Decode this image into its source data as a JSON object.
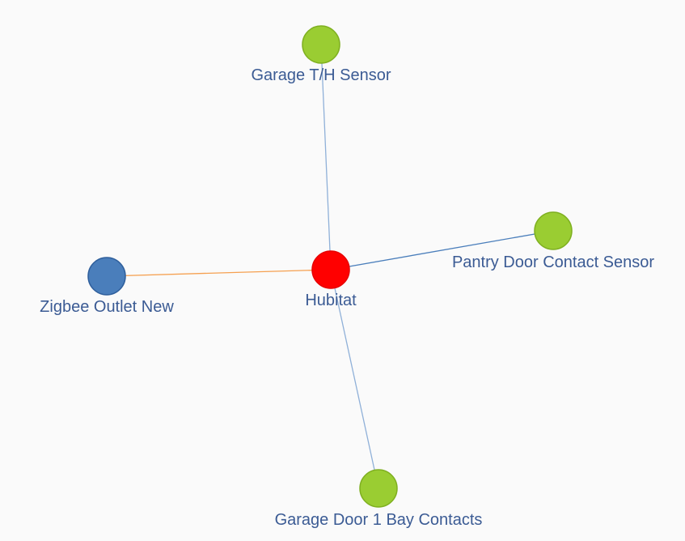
{
  "nodes": {
    "hub": {
      "label": "Hubitat",
      "color": "#ff0000",
      "border": "#e60000"
    },
    "garage_th": {
      "label": "Garage T/H Sensor",
      "color": "#9acd32",
      "border": "#7fb020"
    },
    "pantry": {
      "label": "Pantry Door Contact Sensor",
      "color": "#9acd32",
      "border": "#7fb020"
    },
    "zigbee": {
      "label": "Zigbee Outlet New",
      "color": "#4a7ebb",
      "border": "#2f5f9c"
    },
    "garage_door": {
      "label": "Garage Door 1 Bay Contacts",
      "color": "#9acd32",
      "border": "#7fb020"
    }
  },
  "edges": {
    "hub_garage_th": {
      "color": "#8fb0d8"
    },
    "hub_pantry": {
      "color": "#4a7ebb"
    },
    "hub_zigbee": {
      "color": "#f5a050"
    },
    "hub_garage_door": {
      "color": "#8fb0d8"
    }
  }
}
